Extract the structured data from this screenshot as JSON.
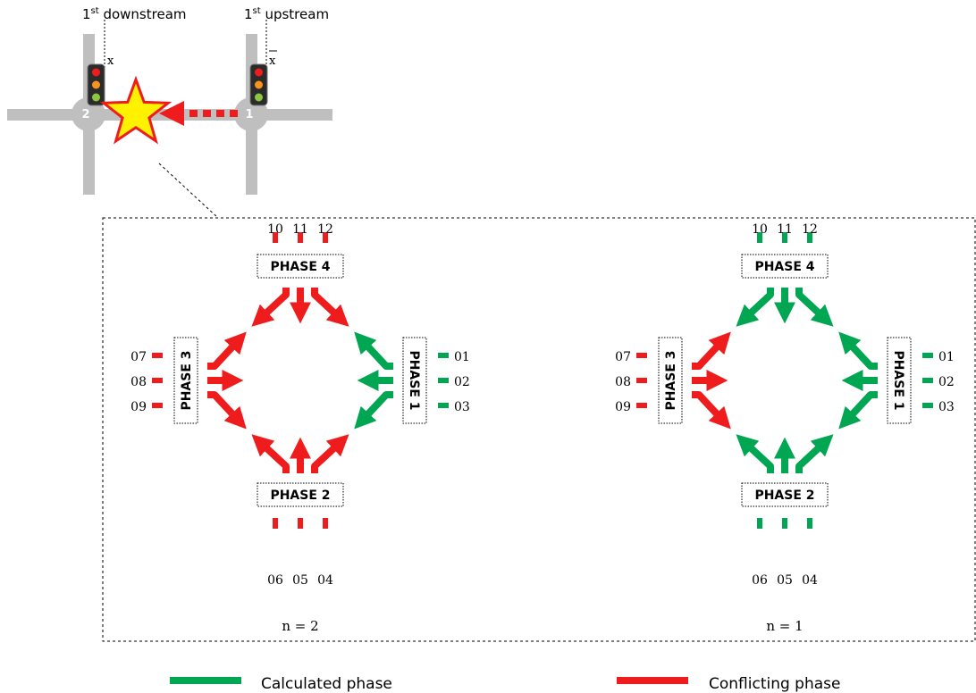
{
  "colors": {
    "calculated": "#00A651",
    "conflicting": "#EE1C1C",
    "road": "#BFBFBF",
    "star_fill": "#FFF200",
    "star_stroke": "#EE1C1C"
  },
  "top": {
    "label_downstream_sup": "st",
    "label_downstream_rest": " downstream",
    "label_upstream_sup": "st",
    "label_upstream_rest": " upstream",
    "ordinal": "1",
    "x_label": "x",
    "x_bar_label": "x",
    "node_left": "2",
    "node_right": "1"
  },
  "phase_labels": {
    "p1": "PHASE 1",
    "p2": "PHASE 2",
    "p3": "PHASE 3",
    "p4": "PHASE 4"
  },
  "movement_numbers": {
    "p1": [
      "01",
      "02",
      "03"
    ],
    "p2": [
      "06",
      "05",
      "04"
    ],
    "p3": [
      "07",
      "08",
      "09"
    ],
    "p4": [
      "10",
      "11",
      "12"
    ]
  },
  "panels": [
    {
      "n_label": "n = 2",
      "phase_status": {
        "p1": "calculated",
        "p2": "conflicting",
        "p3": "conflicting",
        "p4": "conflicting"
      }
    },
    {
      "n_label": "n = 1",
      "phase_status": {
        "p1": "calculated",
        "p2": "calculated",
        "p3": "conflicting",
        "p4": "calculated"
      }
    }
  ],
  "legend": {
    "calculated": "Calculated phase",
    "conflicting": "Conflicting phase"
  }
}
